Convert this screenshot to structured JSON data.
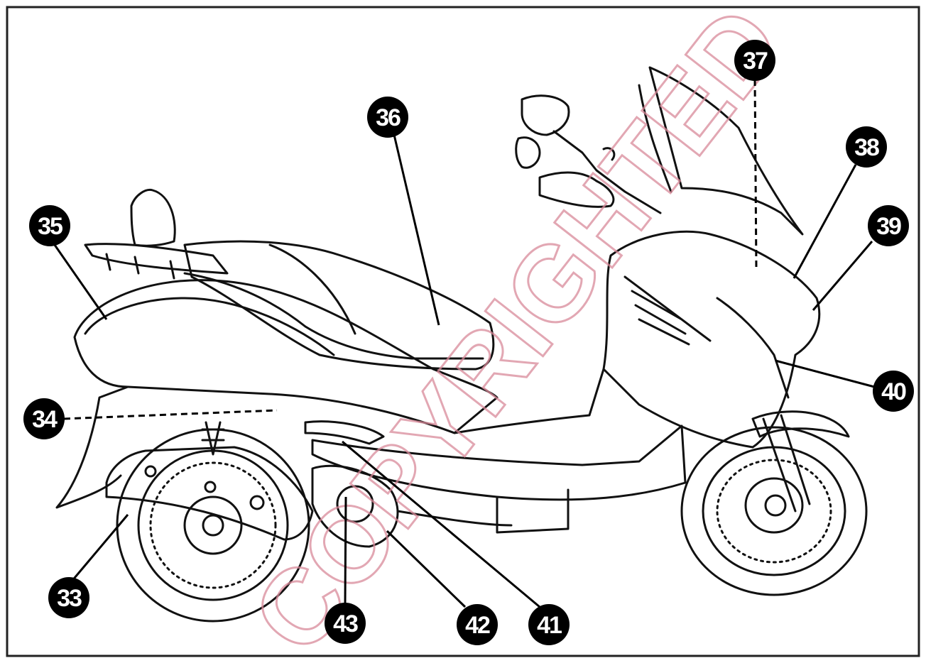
{
  "watermark": "COPYRIGHTED",
  "colors": {
    "line": "#111111",
    "callout_fill": "#000000",
    "callout_text": "#ffffff",
    "watermark": "#d98a9a",
    "background": "#ffffff"
  },
  "callouts": [
    {
      "id": "33",
      "label": "33"
    },
    {
      "id": "34",
      "label": "34"
    },
    {
      "id": "35",
      "label": "35"
    },
    {
      "id": "36",
      "label": "36"
    },
    {
      "id": "37",
      "label": "37"
    },
    {
      "id": "38",
      "label": "38"
    },
    {
      "id": "39",
      "label": "39"
    },
    {
      "id": "40",
      "label": "40"
    },
    {
      "id": "41",
      "label": "41"
    },
    {
      "id": "42",
      "label": "42"
    },
    {
      "id": "43",
      "label": "43"
    }
  ]
}
